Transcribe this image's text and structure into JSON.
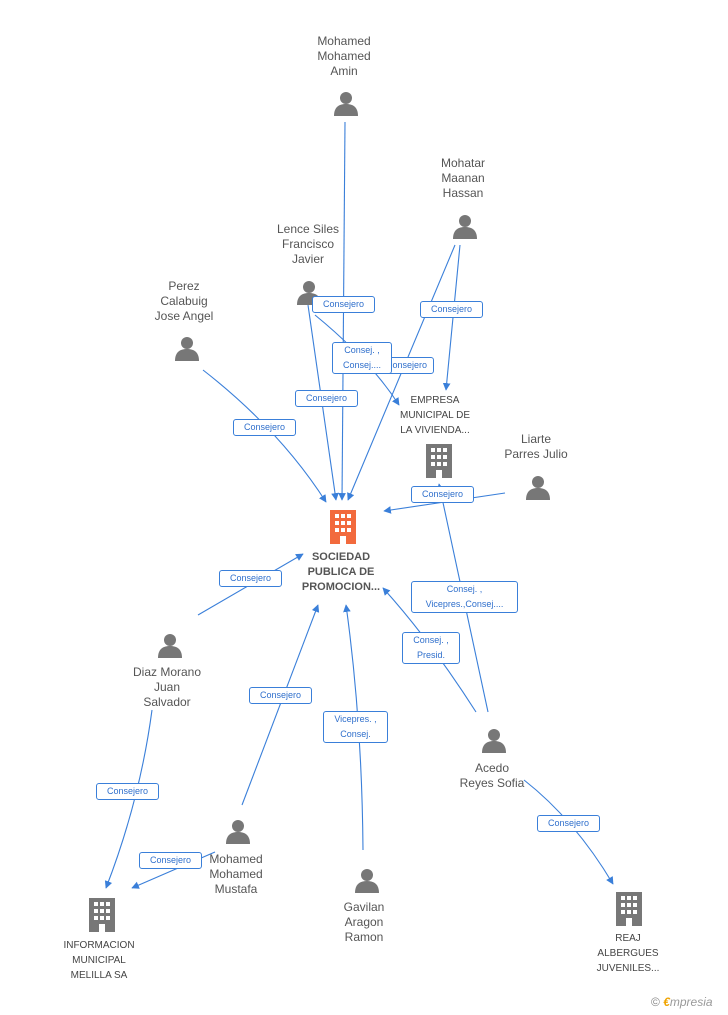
{
  "nodes": {
    "mohamed_amin": {
      "label": "Mohamed\nMohamed\nAmin",
      "type": "person"
    },
    "mohatar": {
      "label": "Mohatar\nMaanan\nHassan",
      "type": "person"
    },
    "lence": {
      "label": "Lence Siles\nFrancisco\nJavier",
      "type": "person"
    },
    "perez": {
      "label": "Perez\nCalabuig\nJose Angel",
      "type": "person"
    },
    "empresa_vivienda": {
      "label": "EMPRESA\nMUNICIPAL DE\nLA VIVIENDA...",
      "type": "company"
    },
    "liarte": {
      "label": "Liarte\nParres Julio",
      "type": "person"
    },
    "sociedad": {
      "label": "SOCIEDAD\nPUBLICA DE\nPROMOCION...",
      "type": "main-company"
    },
    "diaz": {
      "label": "Diaz Morano\nJuan\nSalvador",
      "type": "person"
    },
    "acedo": {
      "label": "Acedo\nReyes Sofia",
      "type": "person"
    },
    "mohamed_mustafa": {
      "label": "Mohamed\nMohamed\nMustafa",
      "type": "person"
    },
    "gavilan": {
      "label": "Gavilan\nAragon\nRamon",
      "type": "person"
    },
    "informacion": {
      "label": "INFORMACION\nMUNICIPAL\nMELILLA SA",
      "type": "company"
    },
    "reaj": {
      "label": "REAJ\nALBERGUES\nJUVENILES...",
      "type": "company"
    }
  },
  "edges": {
    "e1": "Consejero",
    "e2": "Consejero",
    "e3": "Consej. ,\nConsej....",
    "e4": "Consejero",
    "e5": "Consejero",
    "e6": "Consejero",
    "e7": "Consejero",
    "e8": "Consejero",
    "e9": "Consej. ,\nVicepres.,Consej....",
    "e10": "Consej. ,\nPresid.",
    "e11": "Consejero",
    "e12": "Consejero",
    "e13": "Vicepres. ,\nConsej.",
    "e14": "Consejero",
    "e15": "Consejero",
    "e16": "Consejero"
  },
  "footer": {
    "copyright": "©",
    "brand_initial": "€",
    "brand_rest": "mpresia"
  },
  "colors": {
    "edge": "#3a7fd9",
    "person_icon": "#777777",
    "company_icon": "#777777",
    "main_company_icon": "#f26a3d"
  }
}
